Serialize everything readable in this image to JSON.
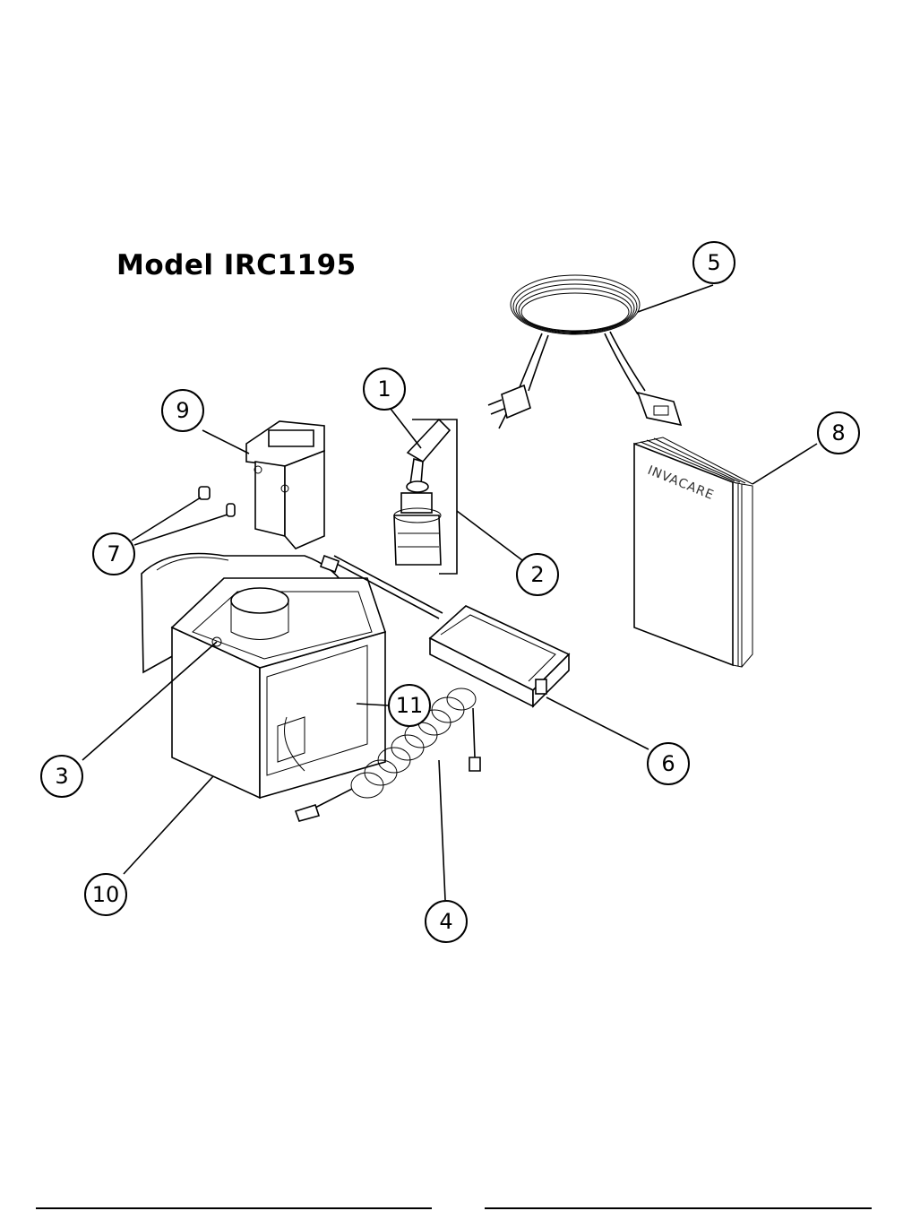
{
  "title": "Model IRC1195",
  "book_label": "INVACARE",
  "callouts": [
    {
      "id": "1",
      "label": "1"
    },
    {
      "id": "2",
      "label": "2"
    },
    {
      "id": "3",
      "label": "3"
    },
    {
      "id": "4",
      "label": "4"
    },
    {
      "id": "5",
      "label": "5"
    },
    {
      "id": "6",
      "label": "6"
    },
    {
      "id": "7",
      "label": "7"
    },
    {
      "id": "8",
      "label": "8"
    },
    {
      "id": "9",
      "label": "9"
    },
    {
      "id": "10",
      "label": "10"
    },
    {
      "id": "11",
      "label": "11"
    }
  ]
}
